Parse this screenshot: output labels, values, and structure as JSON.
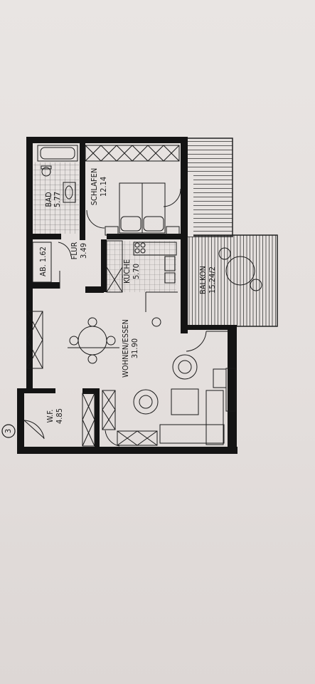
{
  "plan": {
    "unit_marker": "3",
    "rooms": [
      {
        "id": "bad",
        "name": "BAD",
        "area": "5.77"
      },
      {
        "id": "schlafen",
        "name": "SCHLAFEN",
        "area": "12.14"
      },
      {
        "id": "flur",
        "name": "FLUR",
        "area": "3.49"
      },
      {
        "id": "ab",
        "name": "AB. 1.62",
        "area": ""
      },
      {
        "id": "kueche",
        "name": "KÜCHE",
        "area": "5.70"
      },
      {
        "id": "balkon",
        "name": "BALKON",
        "area": "15.24/2"
      },
      {
        "id": "wohnen",
        "name": "WOHNEN/ESSEN",
        "area": "31.90"
      },
      {
        "id": "wf",
        "name": "W.F.",
        "area": "4.85"
      }
    ]
  }
}
